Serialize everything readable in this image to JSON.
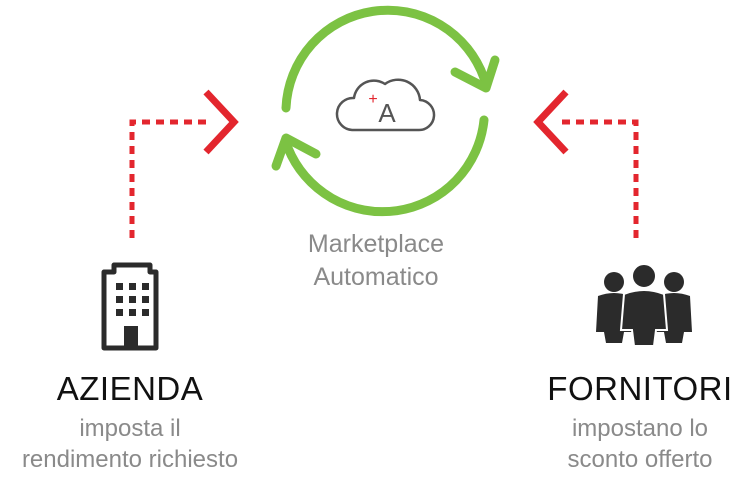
{
  "center": {
    "title_line1": "Marketplace",
    "title_line2": "Automatico",
    "cloud_letter": "A",
    "cloud_plus": "+"
  },
  "left": {
    "title": "AZIENDA",
    "sub_line1": "imposta il",
    "sub_line2": "rendimento richiesto",
    "icon": "building-icon"
  },
  "right": {
    "title": "FORNITORI",
    "sub_line1": "impostano lo",
    "sub_line2": "sconto offerto",
    "icon": "group-icon"
  },
  "colors": {
    "cycle_green": "#7cc243",
    "arrow_red": "#e3262e",
    "icon_dark": "#2b2b2b",
    "text_grey": "#8a8a8a",
    "title_black": "#111111"
  }
}
